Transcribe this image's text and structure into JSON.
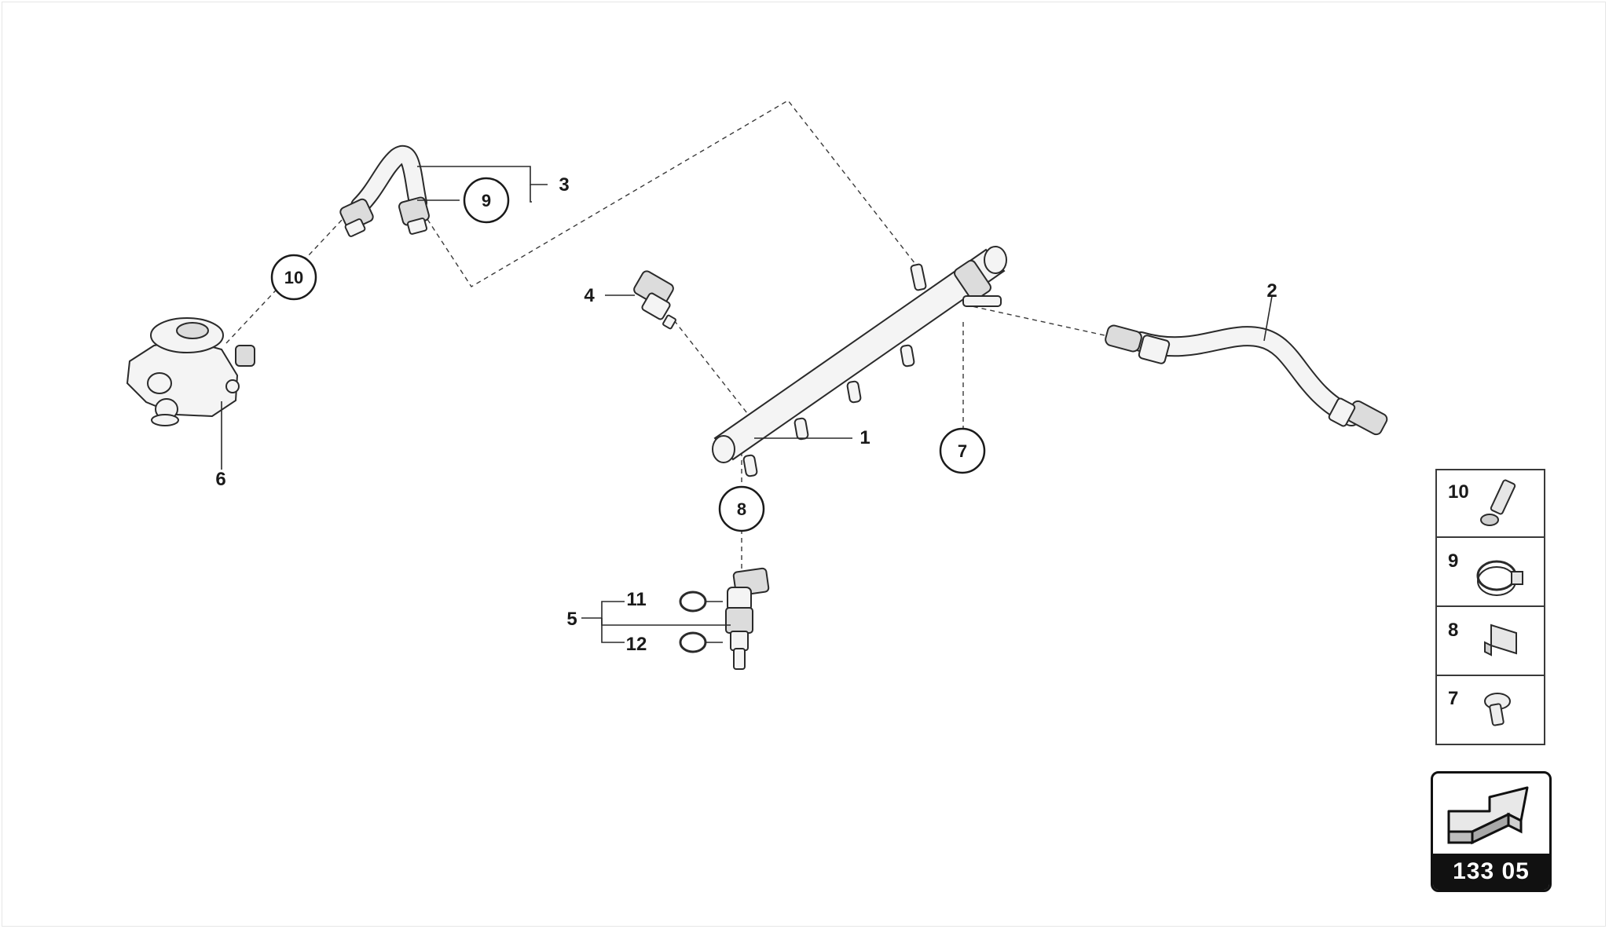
{
  "diagram": {
    "callouts": {
      "c1": "1",
      "c2": "2",
      "c3": "3",
      "c4": "4",
      "c5": "5",
      "c6": "6",
      "c7": "7",
      "c8": "8",
      "c9": "9",
      "c10": "10",
      "c11": "11",
      "c12": "12"
    },
    "legend": [
      {
        "num": "10",
        "icon": "bolt-icon"
      },
      {
        "num": "9",
        "icon": "hose-clamp-icon"
      },
      {
        "num": "8",
        "icon": "bracket-clip-icon"
      },
      {
        "num": "7",
        "icon": "screw-icon"
      }
    ],
    "page_ref": "133 05",
    "page_ref_icon": "arrow-icon"
  }
}
